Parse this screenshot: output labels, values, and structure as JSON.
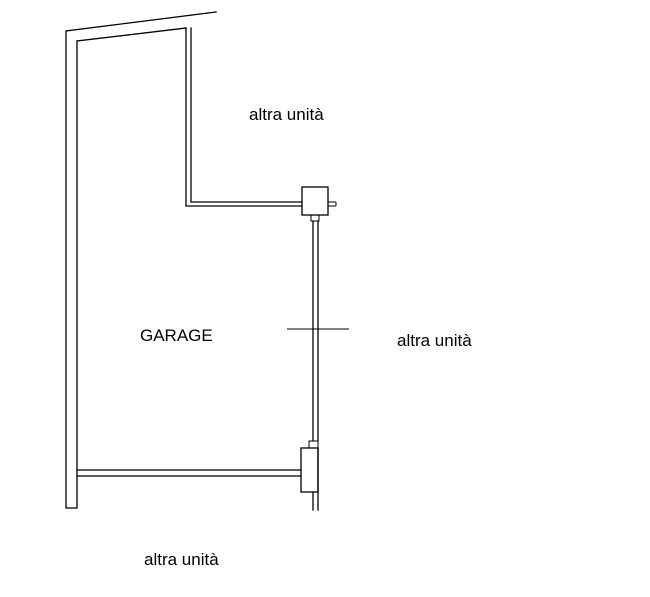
{
  "labels": {
    "unit_top": "altra unità",
    "room": "GARAGE",
    "unit_right": "altra unità",
    "unit_bottom": "altra unità"
  },
  "colors": {
    "line": "#000000",
    "background": "#ffffff"
  }
}
